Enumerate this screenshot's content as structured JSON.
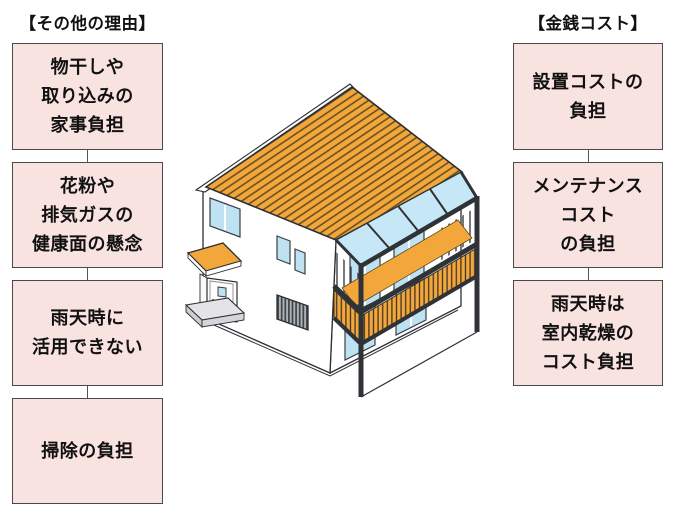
{
  "diagram": {
    "left_column": {
      "header": "【その他の理由】",
      "boxes": [
        {
          "text": "物干しや\n取り込みの\n家事負担"
        },
        {
          "text": "花粉や\n排気ガスの\n健康面の懸念"
        },
        {
          "text": "雨天時に\n活用できない"
        },
        {
          "text": "掃除の負担"
        }
      ]
    },
    "right_column": {
      "header": "【金銭コスト】",
      "boxes": [
        {
          "text": "設置コストの\n負担"
        },
        {
          "text": "メンテナンス\nコスト\nの負担"
        },
        {
          "text": "雨天時は\n室内乾燥の\nコスト負担"
        }
      ]
    },
    "center_illustration": "two-story-house-with-balcony-sunroom",
    "colors": {
      "box_fill": "#F9E3E1",
      "box_border": "#4A4A4A",
      "text": "#111111",
      "roof_orange": "#F3A73B",
      "roof_stripe": "#5A4A22",
      "window_blue": "#BFE2F2",
      "sunroom_glass": "#C6E7F6",
      "frame_dark": "#2F3337",
      "wall_white": "#FFFFFF",
      "step_gray": "#E4E4E6"
    }
  }
}
